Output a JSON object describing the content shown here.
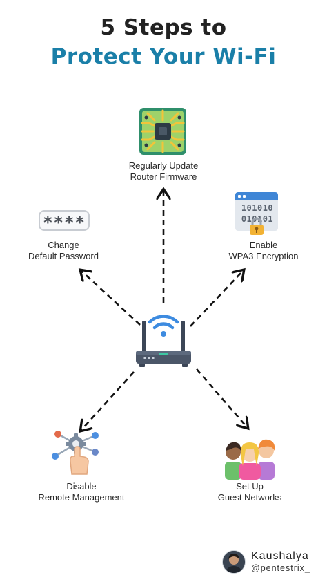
{
  "title": {
    "line1": "5 Steps to",
    "line2": "Protect Your Wi-Fi"
  },
  "steps": [
    {
      "line1": "Regularly Update",
      "line2": "Router Firmware",
      "icon": "circuit-board-icon"
    },
    {
      "line1": "Change",
      "line2": "Default Password",
      "icon": "password-field-icon"
    },
    {
      "line1": "Enable",
      "line2": "WPA3 Encryption",
      "icon": "encrypted-window-icon"
    },
    {
      "line1": "Disable",
      "line2": "Remote Management",
      "icon": "remote-network-hand-icon"
    },
    {
      "line1": "Set Up",
      "line2": "Guest Networks",
      "icon": "guests-group-icon"
    }
  ],
  "password_mask": "****",
  "binary_text": {
    "row1": "101010",
    "row2": "010101"
  },
  "center_icon": "wifi-router-icon",
  "author": {
    "name": "Kaushalya",
    "handle": "@pentestrix_"
  },
  "colors": {
    "title_dark": "#222222",
    "title_accent": "#1a7fa8",
    "wifi_blue": "#3d8be0",
    "router_body": "#4b5668",
    "router_led": "#3ec7a3"
  }
}
